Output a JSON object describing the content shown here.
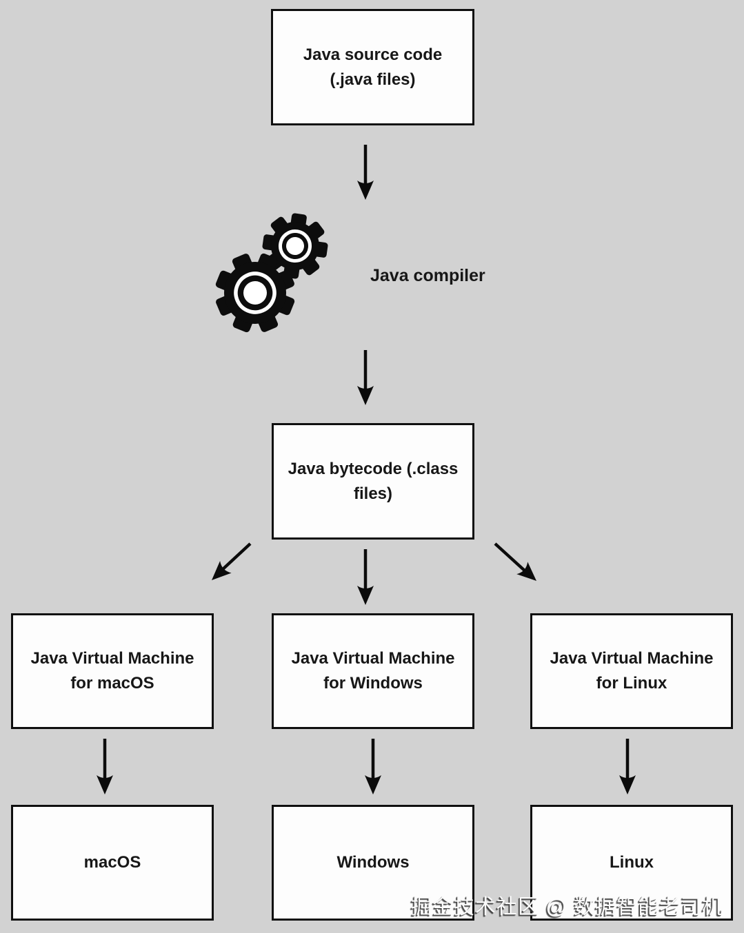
{
  "colors": {
    "background": "#d2d2d2",
    "node_fill": "#fdfdfd",
    "node_border": "#0f0f0f",
    "arrow": "#0b0b0b",
    "text": "#171717",
    "watermark_text": "#fafafa"
  },
  "nodes": {
    "source": {
      "line1": "Java source code",
      "line2": "(.java files)"
    },
    "compiler": {
      "label": "Java compiler",
      "icon": "gears-icon"
    },
    "bytecode": {
      "line1": "Java bytecode (.class",
      "line2": "files)"
    },
    "jvm_macos": {
      "line1": "Java Virtual Machine",
      "line2": "for macOS"
    },
    "jvm_windows": {
      "line1": "Java Virtual Machine",
      "line2": "for Windows"
    },
    "jvm_linux": {
      "line1": "Java Virtual Machine",
      "line2": "for Linux"
    },
    "os_macos": {
      "label": "macOS"
    },
    "os_windows": {
      "label": "Windows"
    },
    "os_linux": {
      "label": "Linux"
    }
  },
  "watermark": {
    "text": "掘金技术社区 @ 数据智能老司机"
  }
}
